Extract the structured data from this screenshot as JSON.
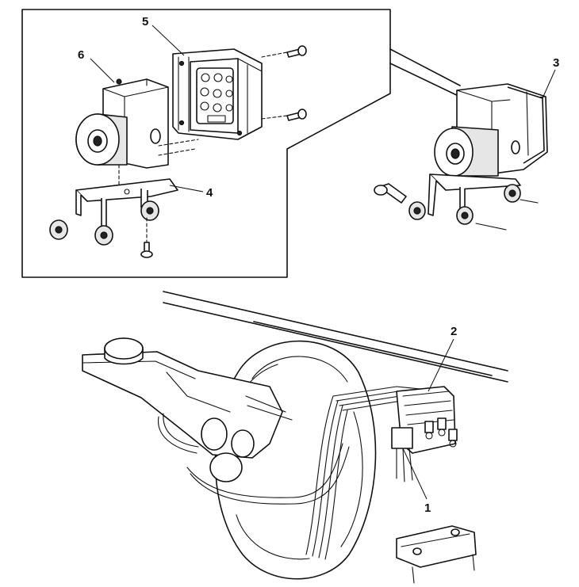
{
  "callouts": {
    "c1": "1",
    "c2": "2",
    "c3": "3",
    "c4": "4",
    "c5": "5",
    "c6": "6"
  },
  "colors": {
    "line": "#111111",
    "background": "#ffffff",
    "shade": "#e6e6e6"
  }
}
